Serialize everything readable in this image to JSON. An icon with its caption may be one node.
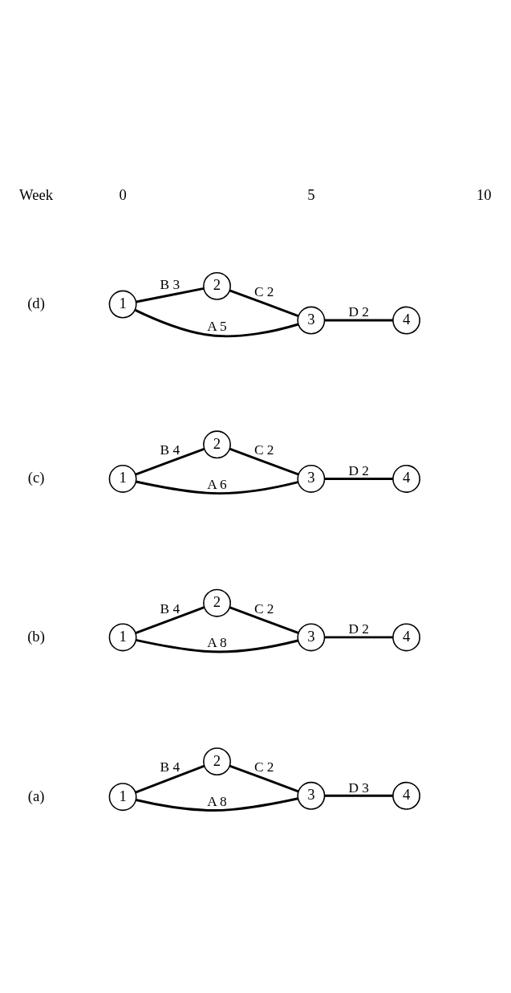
{
  "diagram": {
    "nodes": [
      {
        "text": [
          "1"
        ]
      },
      {
        "text": [
          "2"
        ]
      },
      {
        "text": [
          "3"
        ]
      },
      {
        "text": [
          "4"
        ]
      },
      {
        "text": [
          "1"
        ]
      },
      {
        "text": [
          "2"
        ]
      },
      {
        "text": [
          "3"
        ]
      },
      {
        "text": [
          "4"
        ]
      },
      {
        "text": [
          "1"
        ]
      },
      {
        "text": [
          "2"
        ]
      },
      {
        "text": [
          "3"
        ]
      },
      {
        "text": [
          "4"
        ]
      },
      {
        "text": [
          "1"
        ]
      },
      {
        "text": [
          "2"
        ]
      },
      {
        "text": [
          "3"
        ]
      },
      {
        "text": [
          "4"
        ]
      }
    ],
    "edges": [
      {
        "from": 0,
        "to": 1,
        "arrow": "none",
        "label": "B 4"
      },
      {
        "from": 1,
        "to": 2,
        "arrow": "none",
        "label": "C 2"
      },
      {
        "from": 0,
        "to": 2,
        "arrow": "none",
        "label": "A 8"
      },
      {
        "from": 2,
        "to": 3,
        "arrow": "none",
        "label": "D 3"
      },
      {
        "from": 4,
        "to": 5,
        "arrow": "none",
        "label": "B 4"
      },
      {
        "from": 5,
        "to": 6,
        "arrow": "none",
        "label": "C 2"
      },
      {
        "from": 4,
        "to": 6,
        "arrow": "none",
        "label": "A 8"
      },
      {
        "from": 6,
        "to": 7,
        "arrow": "none",
        "label": "D 2"
      },
      {
        "from": 8,
        "to": 9,
        "arrow": "none",
        "label": "B 4"
      },
      {
        "from": 9,
        "to": 10,
        "arrow": "none",
        "label": "C 2"
      },
      {
        "from": 8,
        "to": 10,
        "arrow": "none",
        "label": "A 6"
      },
      {
        "from": 10,
        "to": 11,
        "arrow": "none",
        "label": "D 2"
      },
      {
        "from": 12,
        "to": 13,
        "arrow": "none",
        "label": "B 3"
      },
      {
        "from": 13,
        "to": 14,
        "arrow": "none",
        "label": "C 2"
      },
      {
        "from": 12,
        "to": 14,
        "arrow": "none",
        "label": "A 5"
      },
      {
        "from": 14,
        "to": 15,
        "arrow": "none",
        "label": "D 2"
      }
    ],
    "labels": [
      "Week",
      "0",
      "5",
      "10",
      "(a)",
      "(b)",
      "(c)",
      "(d)"
    ]
  }
}
